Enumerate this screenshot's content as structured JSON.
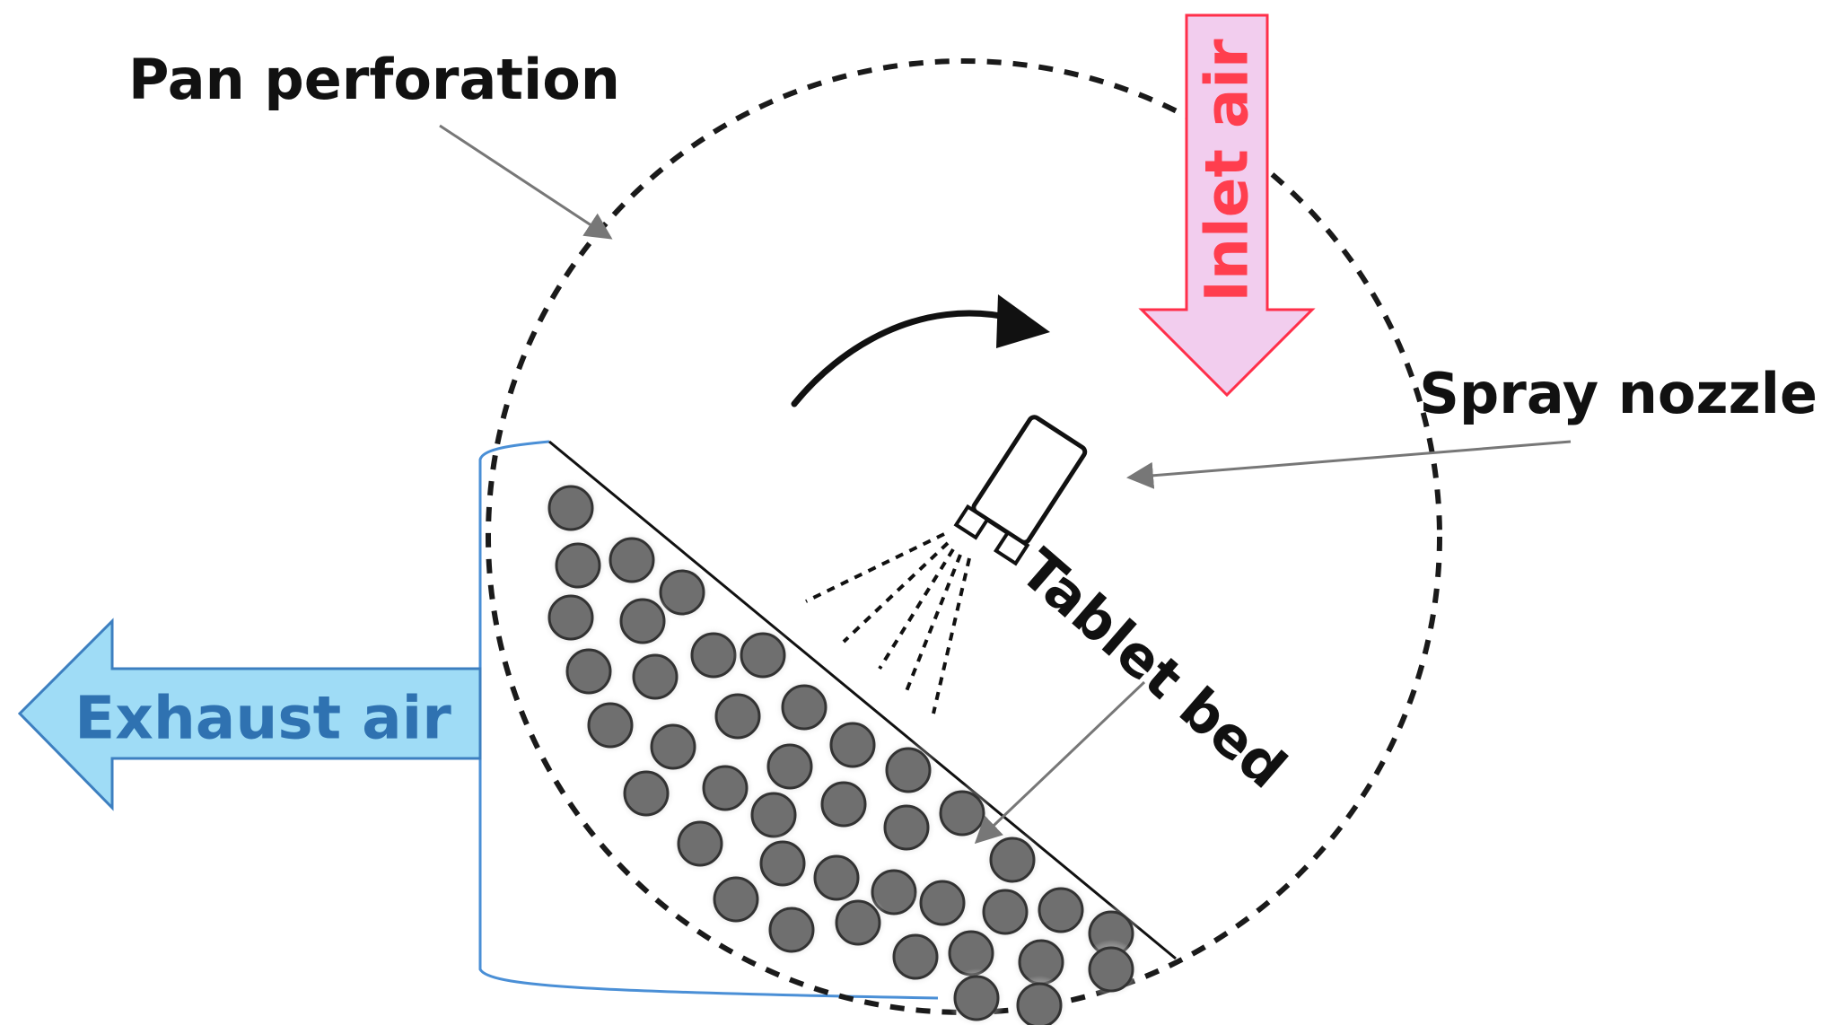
{
  "labels": {
    "pan_perforation": "Pan perforation",
    "inlet_air": "Inlet air",
    "spray_nozzle": "Spray nozzle",
    "tablet_bed": "Tablet bed",
    "exhaust_air": "Exhaust air"
  },
  "colors": {
    "inlet_fill": "#f2cdee",
    "inlet_stroke": "#ff2f4a",
    "inlet_text": "#ff3e4e",
    "exhaust_fill": "#9fdcf6",
    "exhaust_stroke": "#3d7fc0",
    "exhaust_text": "#2f72b1",
    "duct": "#4a8fd6",
    "tablet": "#6f6f6f"
  }
}
